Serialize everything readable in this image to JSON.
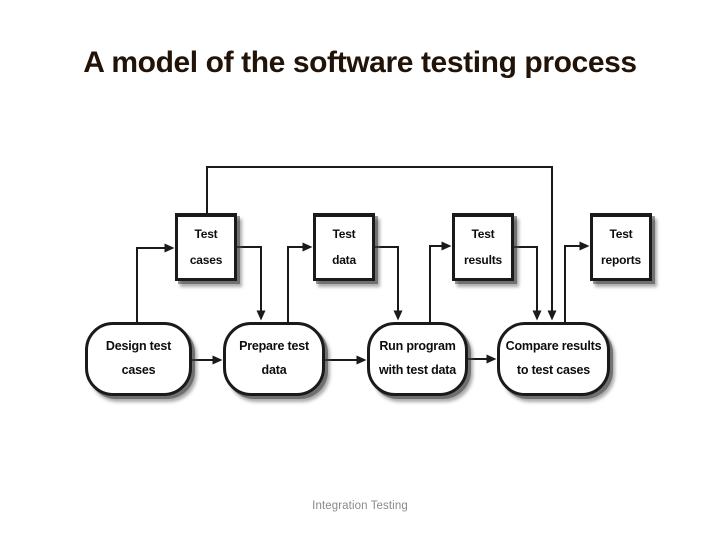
{
  "slide": {
    "title": "A model of the software testing process",
    "footer": "Integration Testing"
  },
  "diagram": {
    "stores": [
      {
        "id": "test-cases",
        "label": "Test\ncases"
      },
      {
        "id": "test-data",
        "label": "Test\ndata"
      },
      {
        "id": "test-results",
        "label": "Test\nresults"
      },
      {
        "id": "test-reports",
        "label": "Test\nreports"
      }
    ],
    "activities": [
      {
        "id": "design-test-cases",
        "label": "Design test\ncases"
      },
      {
        "id": "prepare-test-data",
        "label": "Prepare test\ndata"
      },
      {
        "id": "run-program-with-test-data",
        "label": "Run program\nwith test data"
      },
      {
        "id": "compare-results-to-cases",
        "label": "Compare results\nto test cases"
      }
    ],
    "connections": [
      "design-test-cases -> test-cases",
      "test-cases -> prepare-test-data",
      "test-cases -> compare-results-to-cases",
      "prepare-test-data -> test-data",
      "test-data -> run-program-with-test-data",
      "run-program-with-test-data -> test-results",
      "test-results -> compare-results-to-cases",
      "compare-results-to-cases -> test-reports",
      "design-test-cases -> prepare-test-data",
      "prepare-test-data -> run-program-with-test-data",
      "run-program-with-test-data -> compare-results-to-cases"
    ]
  },
  "colors": {
    "background": "#ffffff",
    "title_text": "#221308",
    "diagram_ink": "#1a1a1a",
    "footer_text": "#8a8a8a"
  }
}
